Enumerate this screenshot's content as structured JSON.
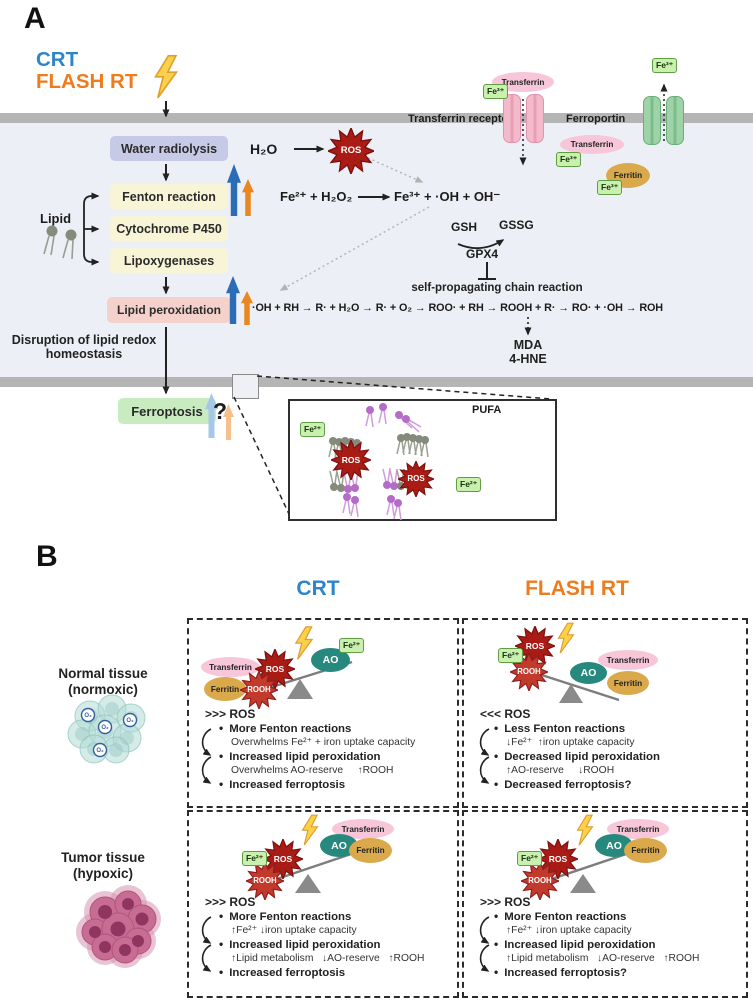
{
  "panelA": {
    "label": "A",
    "crt": "CRT",
    "flash": "FLASH RT",
    "water_radiolysis": "Water radiolysis",
    "h2o": "H₂O",
    "ros": "ROS",
    "fenton": "Fenton reaction",
    "cyp450": "Cytochrome P450",
    "lipoxygenases": "Lipoxygenases",
    "lipid": "Lipid",
    "eq_left": "Fe²⁺ + H₂O₂",
    "eq_right": "Fe³⁺ + ·OH + OH⁻",
    "transferrin": "Transferrin",
    "transferrin_receptor": "Transferrin receptor",
    "ferroportin": "Ferroportin",
    "ferritin": "Ferritin",
    "fe2": "Fe²⁺",
    "fe3": "Fe³⁺",
    "gsh": "GSH",
    "gssg": "GSSG",
    "gpx4": "GPX4",
    "self_chain": "self-propagating chain reaction",
    "chain": "·OH + RH → R· + H₂O → R· + O₂ → ROO· + RH → ROOH + R· → RO· + ·OH → ROH",
    "mda": "MDA",
    "hne": "4-HNE",
    "lipid_peroxidation": "Lipid peroxidation",
    "disruption1": "Disruption of lipid redox",
    "disruption2": "homeostasis",
    "ferroptosis": "Ferroptosis",
    "question": "?",
    "pufa": "PUFA"
  },
  "panelB": {
    "label": "B",
    "crt": "CRT",
    "flash": "FLASH RT",
    "normal1": "Normal tissue",
    "normal2": "(normoxic)",
    "tumor1": "Tumor tissue",
    "tumor2": "(hypoxic)",
    "o2": "O₂",
    "ao": "AO",
    "ros": "ROS",
    "rooh": "ROOH",
    "fe2": "Fe²⁺",
    "transferrin": "Transferrin",
    "ferritin": "Ferritin",
    "quadrants": [
      {
        "name": "crt-normal",
        "ros_level": ">>> ROS",
        "b1": "More Fenton reactions",
        "s1": "Overwhelms Fe²⁺ + iron uptake capacity",
        "b2": "Increased lipid peroxidation",
        "s2": "Overwhelms AO-reserve     ↑ROOH",
        "b3": "Increased ferroptosis"
      },
      {
        "name": "flash-normal",
        "ros_level": "<<< ROS",
        "b1": "Less Fenton reactions",
        "s1": "↓Fe²⁺  ↑iron uptake capacity",
        "b2": "Decreased lipid peroxidation",
        "s2": "↑AO-reserve     ↓ROOH",
        "b3": "Decreased ferroptosis?"
      },
      {
        "name": "crt-tumor",
        "ros_level": ">>> ROS",
        "b1": "More Fenton reactions",
        "s1": "↑Fe²⁺ ↓iron uptake capacity",
        "b2": "Increased lipid peroxidation",
        "s2": "↑Lipid metabolism   ↓AO-reserve   ↑ROOH",
        "b3": "Increased ferroptosis"
      },
      {
        "name": "flash-tumor",
        "ros_level": ">>> ROS",
        "b1": "More Fenton reactions",
        "s1": "↑Fe²⁺ ↓iron uptake capacity",
        "b2": "Increased lipid peroxidation",
        "s2": "↑Lipid metabolism   ↓AO-reserve   ↑ROOH",
        "b3": "Increased ferroptosis?"
      }
    ]
  }
}
